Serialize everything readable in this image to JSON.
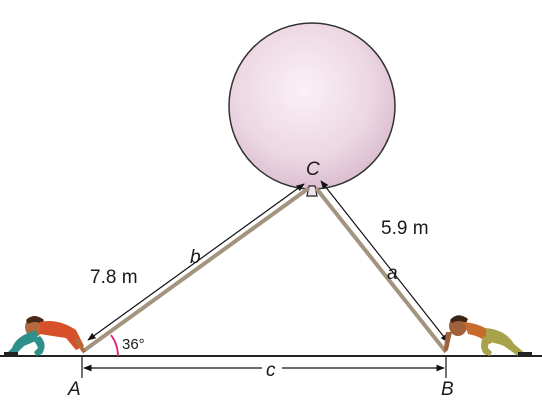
{
  "points": {
    "a": "A",
    "b": "B",
    "c": "C"
  },
  "sides": {
    "a_var": "a",
    "b_var": "b",
    "c_var": "c"
  },
  "measurements": {
    "side_b": "7.8 m",
    "side_a": "5.9 m",
    "angle_a": "36°"
  },
  "colors": {
    "balloon_fill": "#efdbe6",
    "balloon_stroke": "#333333",
    "rope": "#a39480",
    "ground": "#222222",
    "person_left_shirt": "#d8502a",
    "person_left_pants": "#2f8f8a",
    "person_right_shirt": "#c86a2c",
    "person_right_pants": "#a8a24a"
  }
}
